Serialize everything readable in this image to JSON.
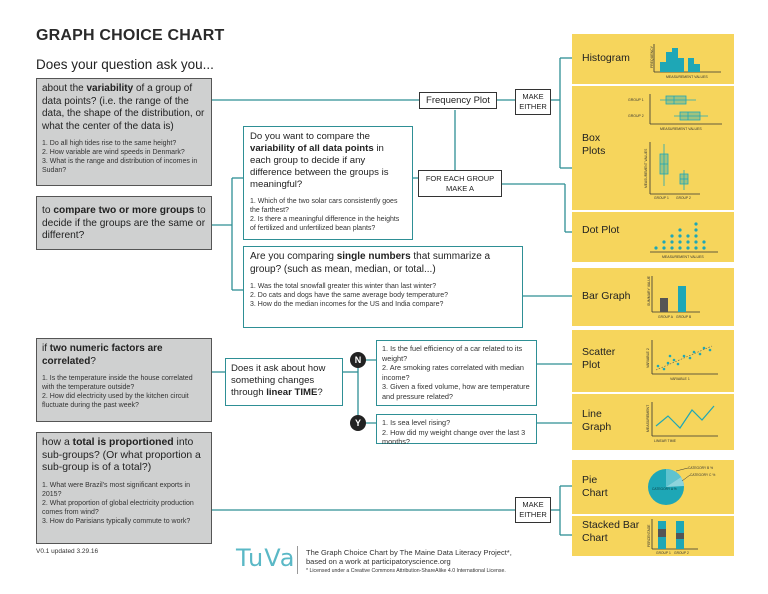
{
  "header": {
    "title": "GRAPH CHOICE CHART",
    "subtitle": "Does your question ask you..."
  },
  "colors": {
    "accent_teal": "#2e8f95",
    "chart_yellow": "#f6d55c",
    "mark_teal": "#1ea7b6",
    "question_grey": "#cfd0d0"
  },
  "questions": {
    "variability": {
      "pre": "about the ",
      "bold": "variability",
      "post": " of a group of data points? (i.e. the range of the data, the shape of the distribution, or what the center of the data is)",
      "examples": [
        "1. Do all high tides rise to the same height?",
        "2. How variable are wind speeds in Denmark?",
        "3. What is the range and distribution of incomes in Sudan?"
      ]
    },
    "compare_groups": {
      "pre": "to ",
      "bold": "compare two or more groups",
      "post": " to decide if the groups are the same or different?"
    },
    "numeric_factors": {
      "pre": "if ",
      "bold": "two numeric factors are correlated",
      "post": "?",
      "examples": [
        "1. Is the temperature inside the house correlated with the temperature outside?",
        "2. How did electricity used by the kitchen circuit fluctuate during the past week?"
      ]
    },
    "proportion": {
      "pre": "how a ",
      "bold": "total is proportioned",
      "post": " into sub-groups? (Or what proportion a sub-group is of a total?)",
      "examples": [
        "1. What were Brazil's most significant exports in 2015?",
        "2. What proportion of global electricity production comes from wind?",
        "3. How do Parisians typically commute to work?"
      ]
    }
  },
  "sub_questions": {
    "all_points": {
      "pre": "Do you want to compare the ",
      "bold": "variability of all data points",
      "post": " in each group to decide if any difference between the groups is meaningful?",
      "examples": [
        "1. Which of the two solar cars consistently goes the farthest?",
        "2. Is there a meaningful difference in the heights of fertilized and unfertilized bean plants?"
      ]
    },
    "single_numbers": {
      "pre": "Are you comparing ",
      "bold": "single numbers",
      "post": " that summarize a group? (such as mean, median, or total...)",
      "examples": [
        "1. Was the total snowfall greater this winter than last winter?",
        "2. Do cats and dogs have the same average body temperature?",
        "3. How do the median incomes for the US and India compare?"
      ]
    },
    "linear_time": {
      "pre": "Does it ask about how something changes through ",
      "bold": "linear TIME",
      "post": "?"
    },
    "no_examples": [
      "1. Is the fuel efficiency of a car related to its weight?",
      "2. Are smoking rates correlated with median income?",
      "3. Given a fixed volume, how are temperature and pressure related?"
    ],
    "yes_examples": [
      "1. Is sea level rising?",
      "2. How did my weight change over the last 3 months?"
    ]
  },
  "connectors": {
    "frequency_plot": "Frequency Plot",
    "make_either_top": "MAKE EITHER",
    "for_each_group": "FOR EACH GROUP MAKE A",
    "make_either_bottom": "MAKE EITHER",
    "no_badge": "N",
    "yes_badge": "Y"
  },
  "graphs": {
    "histogram": "Histogram",
    "box_plots": "Box Plots",
    "dot_plot": "Dot Plot",
    "bar_graph": "Bar Graph",
    "scatter_plot": "Scatter Plot",
    "line_graph": "Line Graph",
    "pie_chart": "Pie Chart",
    "stacked_bar": "Stacked Bar Chart"
  },
  "thumb_labels": {
    "frequency": "FREQUENCY",
    "measurement_values": "MEASUREMENT VALUES",
    "group_1": "GROUP 1",
    "group_2": "GROUP 2",
    "summary_value": "SUMMARY VALUE",
    "group_a": "GROUP A",
    "group_b": "GROUP B",
    "variable_1": "VARIABLE 1",
    "variable_2": "VARIABLE 2",
    "measurement": "MEASUREMENT",
    "linear_time": "LINEAR TIME",
    "category_b": "CATEGORY B %",
    "category_c": "CATEGORY C %",
    "category_a": "CATEGORY A %",
    "percentage": "PERCENTAGE"
  },
  "footer": {
    "version": "V0.1 updated 3.29.16",
    "logo": "TuVa",
    "credit_1": "The Graph Choice Chart by The Maine Data Literacy Project*,",
    "credit_2": "based on a work at participatoryscience.org",
    "license": "* Licensed under a Creative Commons Attribution-ShareAlike 4.0 International License."
  }
}
